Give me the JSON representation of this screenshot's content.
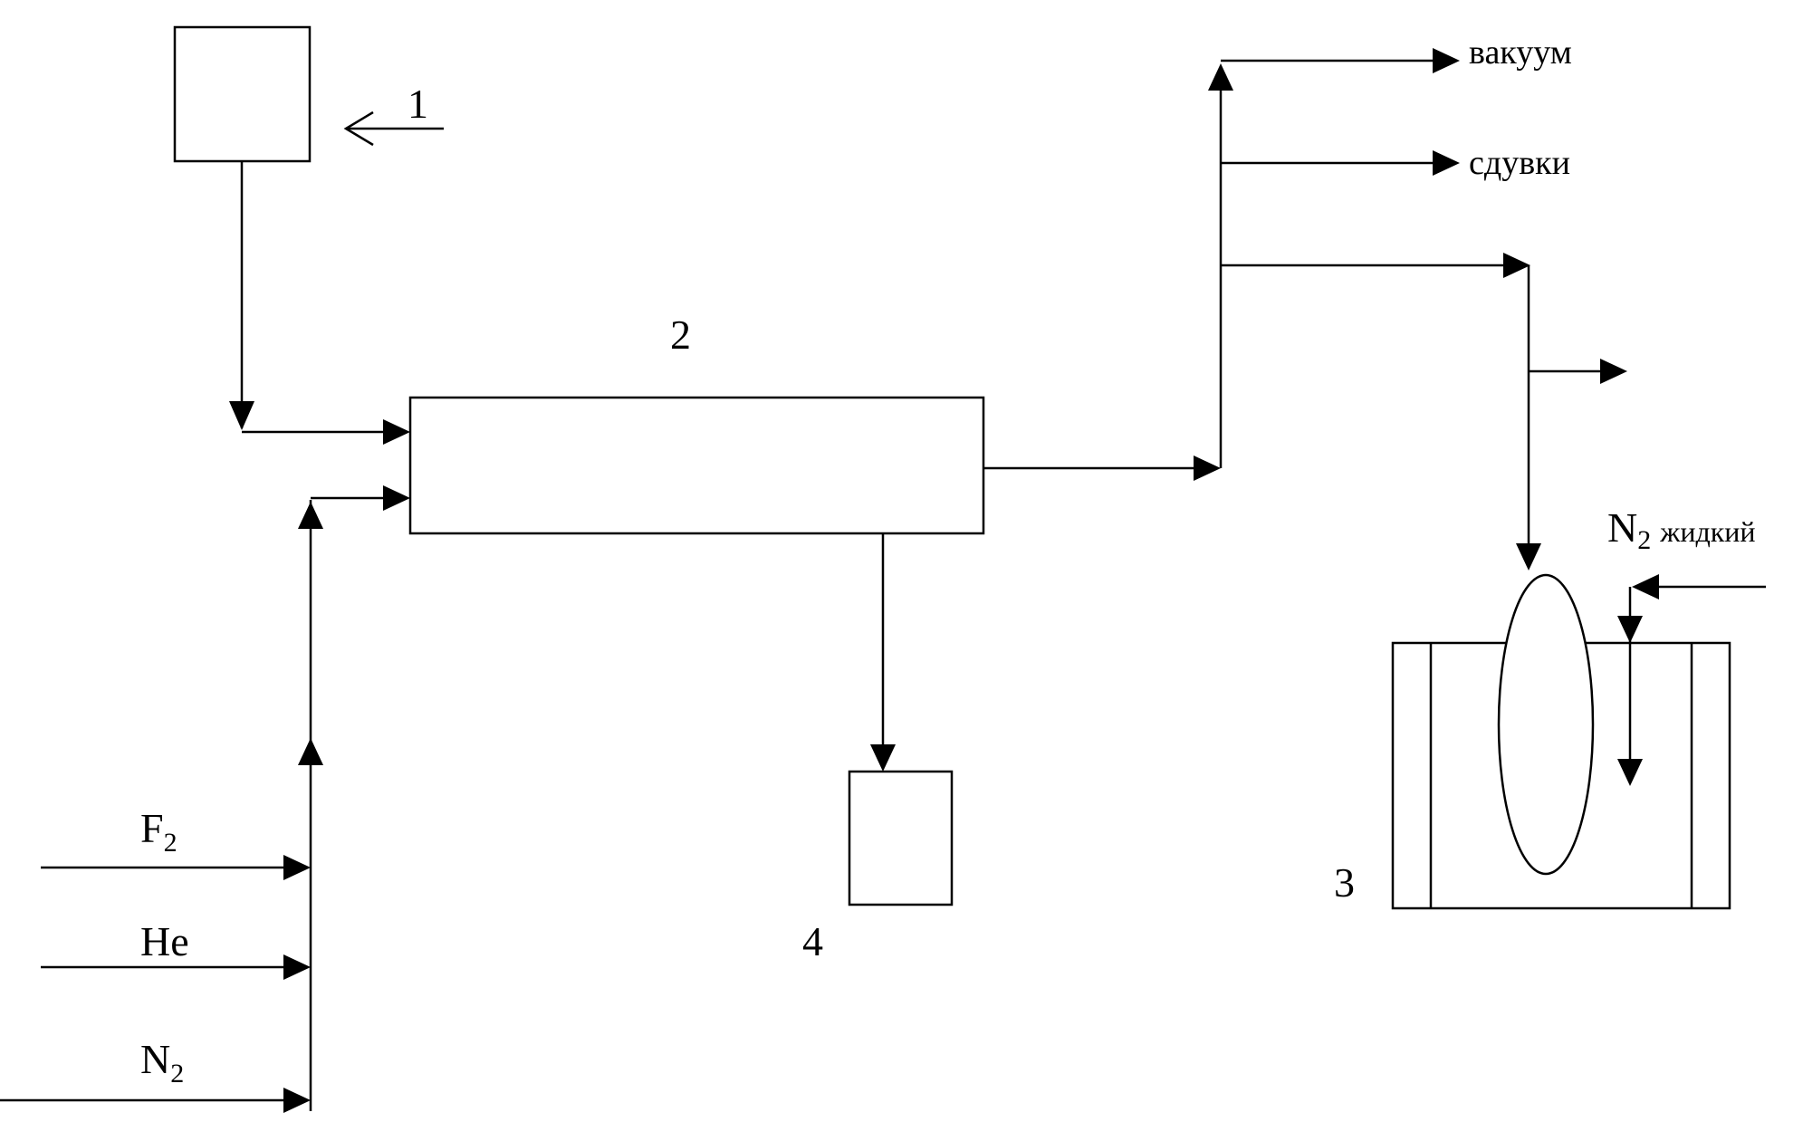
{
  "labels": {
    "unit1": "1",
    "unit2": "2",
    "unit3": "3",
    "unit4": "4",
    "vacuum": "вакуум",
    "purge": "сдувки",
    "f2_main": "F",
    "f2_sub": "2",
    "he": "He",
    "n2_main": "N",
    "n2_sub": "2",
    "n2l_main": "N",
    "n2l_sub": "2",
    "n2l_suffix": "жидкий"
  },
  "colors": {
    "stroke": "#000000",
    "background": "#ffffff"
  }
}
